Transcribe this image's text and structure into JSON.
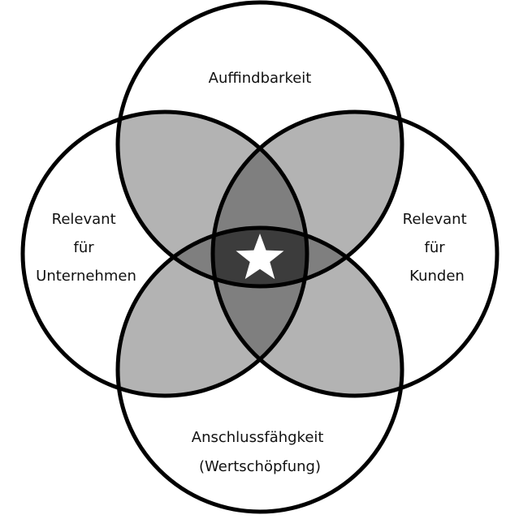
{
  "colors": {
    "background": "#ffffff",
    "outline": "#000000",
    "overlap_two": "#b3b3b3",
    "overlap_three": "#7f7f7f",
    "overlap_four": "#3c3c3c",
    "star": "#ffffff"
  },
  "sets": [
    {
      "id": "top",
      "lines": [
        "Auffindbarkeit"
      ]
    },
    {
      "id": "left",
      "lines": [
        "Relevant",
        "für",
        "Unternehmen"
      ]
    },
    {
      "id": "right",
      "lines": [
        "Relevant",
        "für",
        "Kunden"
      ]
    },
    {
      "id": "bottom",
      "lines": [
        "Anschlussfähgkeit",
        "(Wertschöpfung)"
      ]
    }
  ],
  "center": {
    "icon": "star-icon"
  }
}
